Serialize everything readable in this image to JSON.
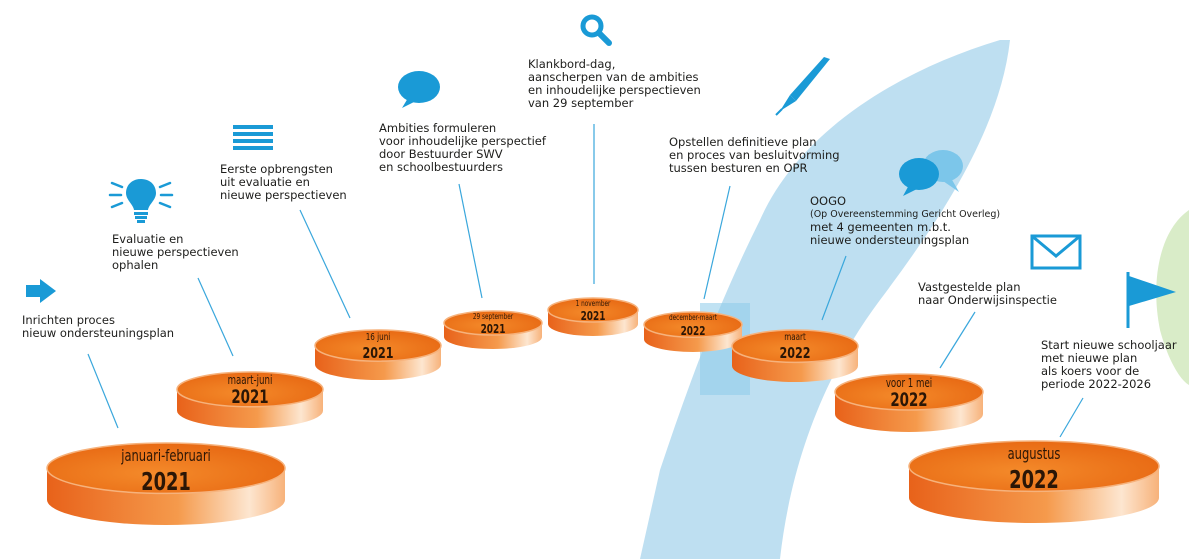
{
  "colors": {
    "accent_blue": "#1a9ad6",
    "river_blue": "#b7dcef",
    "disc_orange": "#ef7a1a",
    "disc_light": "#f9c99a",
    "leader_line": "#3aa7dc"
  },
  "steps": [
    {
      "period": "januari-februari",
      "year": "2021",
      "icon": "arrow-right-icon",
      "text": [
        "Inrichten proces",
        "nieuw ondersteuningsplan"
      ]
    },
    {
      "period": "maart-juni",
      "year": "2021",
      "icon": "lightbulb-icon",
      "text": [
        "Evaluatie en",
        "nieuwe perspectieven",
        "ophalen"
      ]
    },
    {
      "period": "16 juni",
      "year": "2021",
      "icon": "list-icon",
      "text": [
        "Eerste opbrengsten",
        "uit evaluatie en",
        "nieuwe perspectieven"
      ]
    },
    {
      "period": "29 september",
      "year": "2021",
      "icon": "speech-bubble-icon",
      "text": [
        "Ambities formuleren",
        "voor inhoudelijke perspectief",
        "door Bestuurder SWV",
        "en schoolbestuurders"
      ]
    },
    {
      "period": "1 november",
      "year": "2021",
      "icon": "magnifier-icon",
      "text": [
        "Klankbord-dag,",
        "aanscherpen van de ambities",
        "en inhoudelijke perspectieven",
        "van 29 september"
      ]
    },
    {
      "period": "december-maart",
      "year": "2022",
      "icon": "pen-icon",
      "text": [
        "Opstellen definitieve plan",
        "en proces van besluitvorming",
        "tussen besturen en OPR"
      ]
    },
    {
      "period": "maart",
      "year": "2022",
      "icon": "chat-bubbles-icon",
      "text": [
        "OOGO",
        "(Op Overeenstemming Gericht Overleg)",
        "met 4 gemeenten m.b.t.",
        "nieuwe ondersteuningsplan"
      ]
    },
    {
      "period": "voor 1 mei",
      "year": "2022",
      "icon": "envelope-icon",
      "text": [
        "Vastgestelde plan",
        "naar Onderwijsinspectie"
      ]
    },
    {
      "period": "augustus",
      "year": "2022",
      "icon": "flag-icon",
      "text": [
        "Start nieuwe schooljaar",
        "met nieuwe plan",
        "als koers voor de",
        "periode 2022-2026"
      ]
    }
  ]
}
